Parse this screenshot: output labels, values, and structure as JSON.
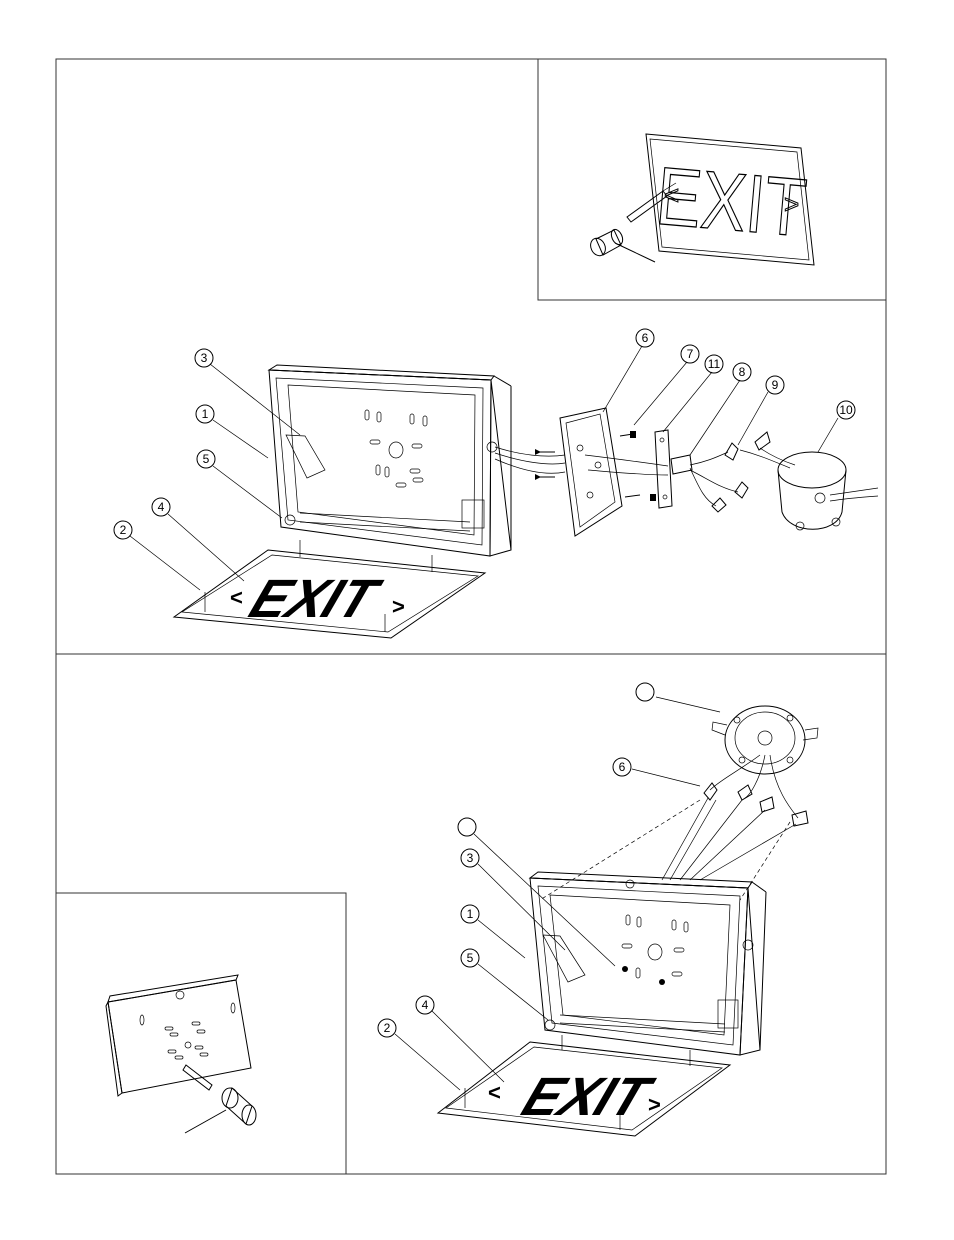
{
  "sign_text": "EXIT",
  "arrow_left": "<",
  "arrow_right": ">",
  "callouts_top": [
    "1",
    "2",
    "3",
    "4",
    "5",
    "6",
    "7",
    "8",
    "9",
    "10",
    "11"
  ],
  "callouts_bottom": [
    "1",
    "2",
    "3",
    "4",
    "5",
    "6"
  ],
  "colors": {
    "line": "#000000",
    "background": "#ffffff",
    "panel_border": "#333333"
  }
}
